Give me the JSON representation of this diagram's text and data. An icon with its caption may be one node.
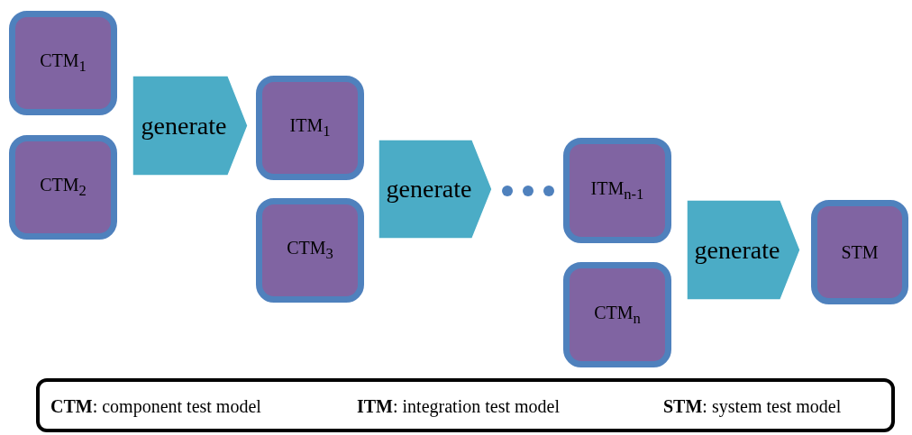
{
  "diagram": {
    "nodes": [
      {
        "text": [
          "CTM$_{1}$"
        ]
      },
      {
        "text": [
          "CTM$_{2}$"
        ]
      },
      {
        "text": [
          "ITM$_{1}$"
        ]
      },
      {
        "text": [
          "CTM$_{3}$"
        ]
      },
      {
        "text": [
          "ITM$_{n-1}$"
        ]
      },
      {
        "text": [
          "CTM$_{n}$"
        ]
      },
      {
        "text": [
          "STM"
        ]
      }
    ],
    "edges": [
      {
        "from": 0,
        "to": 2,
        "arrow": "to",
        "label": "generate"
      },
      {
        "from": 1,
        "to": 2,
        "arrow": "to"
      },
      {
        "from": 2,
        "to": 4,
        "arrow": "to",
        "label": "generate"
      },
      {
        "from": 3,
        "to": 4,
        "arrow": "to"
      },
      {
        "from": 4,
        "to": 6,
        "arrow": "to",
        "label": "generate"
      },
      {
        "from": 5,
        "to": 6,
        "arrow": "to"
      }
    ],
    "legend": [
      {
        "text": "**CTM**: component test model"
      },
      {
        "text": "**ITM**: integration test model"
      },
      {
        "text": "**STM**: system test model"
      }
    ]
  }
}
